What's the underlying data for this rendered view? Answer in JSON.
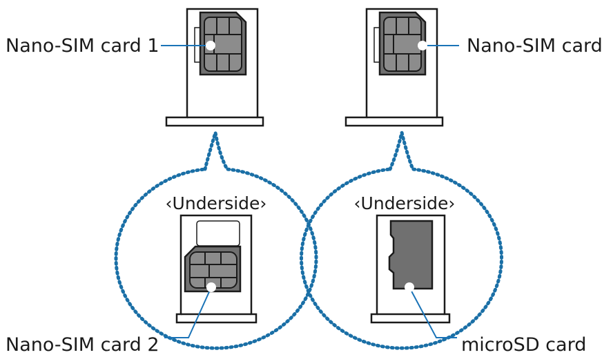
{
  "labels": {
    "nano_sim_1": "Nano-SIM card 1",
    "nano_sim_right": "Nano-SIM card",
    "nano_sim_2": "Nano-SIM card 2",
    "microsd": "microSD card",
    "underside_left": "‹Underside›",
    "underside_right": "‹Underside›"
  },
  "colors": {
    "leader": "#1a73b7",
    "dots": "#1a6fa6",
    "card_fill": "#707070",
    "contact_fill": "#8c8c8c",
    "tray_stroke": "#1a1a1a"
  }
}
